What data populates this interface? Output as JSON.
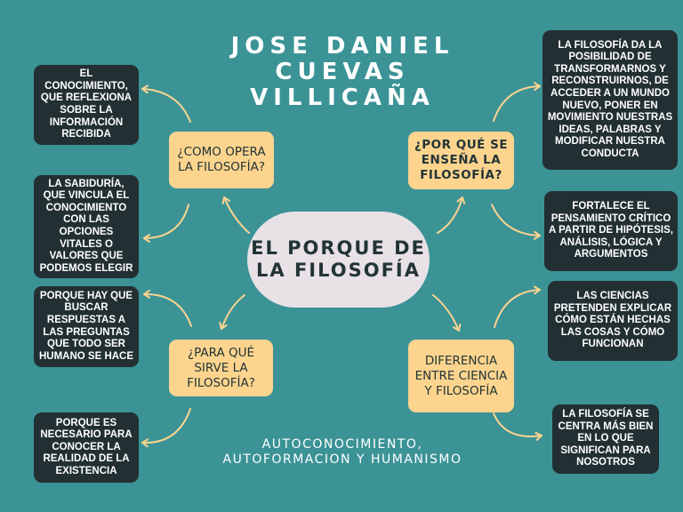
{
  "title": "JOSE DANIEL CUEVAS VILLICAÑA",
  "center": "EL PORQUE DE LA FILOSOFÍA",
  "footer": "AUTOCONOCIMIENTO, AUTOFORMACION Y HUMANISMO",
  "questions": {
    "como_opera": "¿COMO OPERA LA FILOSOFÍA?",
    "por_que_ensena": "¿POR QUÉ SE ENSEÑA LA FILOSOFÍA?",
    "para_que_sirve": "¿PARA QUÉ SIRVE LA FILOSOFÍA?",
    "diferencia": "DIFERENCIA ENTRE CIENCIA Y FILOSOFÍA"
  },
  "details": {
    "conocimiento": "EL CONOCIMIENTO, QUE REFLEXIONA SOBRE LA INFORMACIÓN RECIBIDA",
    "sabiduria": "LA SABIDURÍA, QUE VINCULA EL CONOCIMIENTO CON LAS OPCIONES VITALES O VALORES QUE PODEMOS ELEGIR",
    "transformarnos": "LA FILOSOFÍA DA LA POSIBILIDAD DE TRANSFORMARNOS Y RECONSTRUIRNOS, DE ACCEDER A UN MUNDO NUEVO, PONER EN MOVIMIENTO NUESTRAS IDEAS, PALABRAS Y MODIFICAR NUESTRA CONDUCTA",
    "fortalece": "FORTALECE EL PENSAMIENTO CRÍTICO A PARTIR DE HIPÓTESIS, ANÁLISIS, LÓGICA Y ARGUMENTOS",
    "buscar_respuestas": "PORQUE HAY QUE BUSCAR RESPUESTAS A LAS PREGUNTAS QUE TODO SER HUMANO SE HACE",
    "conocer_realidad": "PORQUE ES NECESARIO PARA CONOCER LA REALIDAD DE LA EXISTENCIA",
    "ciencias": "LAS CIENCIAS PRETENDEN EXPLICAR CÓMO ESTÁN HECHAS LAS COSAS Y CÓMO FUNCIONAN",
    "filosofia_centra": "LA FILOSOFÍA SE CENTRA MÁS BIEN EN LO QUE SIGNIFICAN PARA NOSOTROS"
  },
  "colors": {
    "background": "#3b9396",
    "question_box": "#fcd48e",
    "detail_box": "#222f33",
    "center_box": "#e8e1e6",
    "arrow": "#fcd48e"
  }
}
